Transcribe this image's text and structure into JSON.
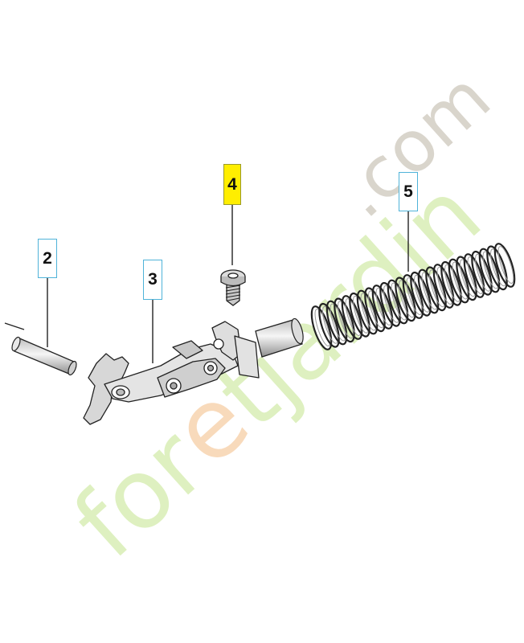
{
  "diagram": {
    "callouts": [
      {
        "id": "2",
        "label": "2",
        "highlighted": false
      },
      {
        "id": "3",
        "label": "3",
        "highlighted": false
      },
      {
        "id": "4",
        "label": "4",
        "highlighted": true
      },
      {
        "id": "5",
        "label": "5",
        "highlighted": false
      }
    ],
    "watermark": {
      "text": "foretjardin.com"
    },
    "colors": {
      "callout_border": "#4fb3d9",
      "highlight": "#ffee00",
      "line": "#222222",
      "watermark_green": "#d9eeb8",
      "watermark_orange": "#f7d3b0",
      "watermark_grey": "#d6d1c8"
    }
  }
}
